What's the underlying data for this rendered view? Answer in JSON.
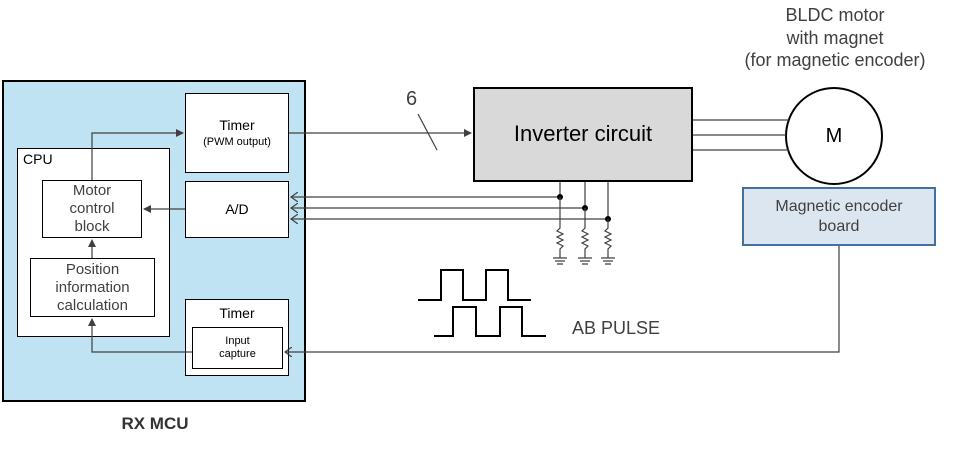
{
  "mcu": {
    "label": "RX MCU",
    "fill": "#bfe3f2",
    "cpu": {
      "label": "CPU",
      "motor_control": "Motor control block",
      "position_calc": "Position information calculation"
    },
    "timer_pwm": {
      "title": "Timer",
      "subtitle": "(PWM output)"
    },
    "ad": {
      "label": "A/D"
    },
    "timer_capture": {
      "title": "Timer",
      "capture_label": "Input capture"
    }
  },
  "inverter": {
    "label": "Inverter circuit",
    "fill": "#d9d9d9"
  },
  "bus_count": "6",
  "motor": {
    "symbol": "M",
    "caption_line1": "BLDC motor",
    "caption_line2": "with magnet",
    "caption_line3": "(for magnetic encoder)"
  },
  "encoder_board": {
    "label": "Magnetic encoder board",
    "fill": "#dce6f1",
    "border": "#41719c"
  },
  "pulse": {
    "label": "AB PULSE"
  },
  "colors": {
    "line": "#404040",
    "caption": "#404040"
  }
}
